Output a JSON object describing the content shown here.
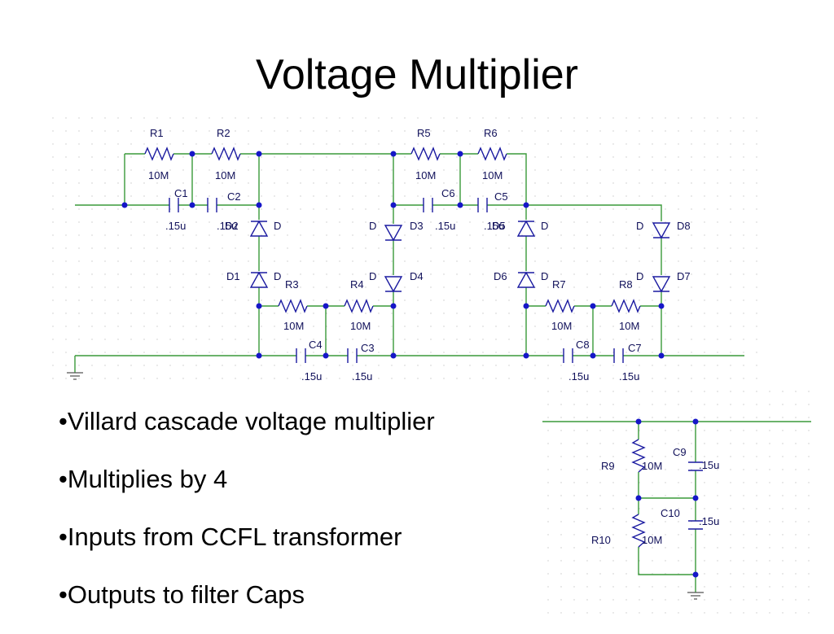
{
  "slide": {
    "title": "Voltage Multiplier",
    "bullets": [
      "•Villard cascade voltage multiplier",
      "•Multiplies by 4",
      "•Inputs from CCFL transformer",
      "•Outputs to filter Caps"
    ]
  },
  "colors": {
    "wire": "#3a9a3a",
    "component": "#1a1aa0",
    "node": "#1616c8"
  },
  "schematic": {
    "labels": {
      "R1": "R1",
      "R2": "R2",
      "R5": "R5",
      "R6": "R6",
      "R3": "R3",
      "R4": "R4",
      "R7": "R7",
      "R8": "R8",
      "R9": "R9",
      "R10": "R10",
      "C1": "C1",
      "C2": "C2",
      "C3": "C3",
      "C4": "C4",
      "C5": "C5",
      "C6": "C6",
      "C7": "C7",
      "C8": "C8",
      "C9": "C9",
      "C10": "C10",
      "D1": "D1",
      "D2": "D2",
      "D3": "D3",
      "D4": "D4",
      "D5": "D5",
      "D6": "D6",
      "D7": "D7",
      "D8": "D8",
      "D": "D",
      "r_value": "10M",
      "c_value": ".15u"
    }
  }
}
